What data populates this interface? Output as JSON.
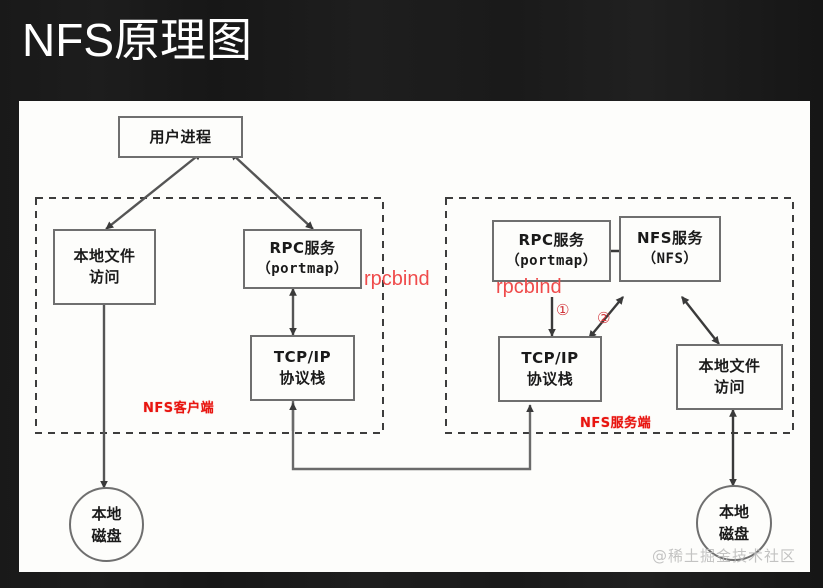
{
  "slide": {
    "title": "NFS原理图",
    "title_color": "#ffffff",
    "background_color": "#1b1b1b",
    "panel_color": "#fdfdfb"
  },
  "diagram": {
    "nodes": {
      "user_process": {
        "line1": "用户进程"
      },
      "client_local_file": {
        "line1": "本地文件",
        "line2": "访问"
      },
      "client_rpc": {
        "line1": "RPC服务",
        "line2": "（portmap）"
      },
      "client_tcpip": {
        "line1": "TCP/IP",
        "line2": "协议栈"
      },
      "client_disk": {
        "line1": "本地",
        "line2": "磁盘"
      },
      "server_rpc": {
        "line1": "RPC服务",
        "line2": "（portmap）"
      },
      "server_nfs": {
        "line1": "NFS服务",
        "line2": "（NFS）"
      },
      "server_tcpip": {
        "line1": "TCP/IP",
        "line2": "协议栈"
      },
      "server_local_file": {
        "line1": "本地文件",
        "line2": "访问"
      },
      "server_disk": {
        "line1": "本地",
        "line2": "磁盘"
      }
    },
    "annotations": {
      "client_zone": "NFS客户端",
      "server_zone": "NFS服务端",
      "client_rpcbind": "rpcbind",
      "server_rpcbind": "rpcbind",
      "step_one": "①",
      "step_two": "②"
    },
    "colors": {
      "zone_label": "#e8140f",
      "rpcbind": "#ef4b4b",
      "step_number": "#d1343a",
      "box_border": "#6f6f6f",
      "arrow": "#555555"
    }
  },
  "watermark": {
    "text": "@稀土掘金技术社区"
  }
}
